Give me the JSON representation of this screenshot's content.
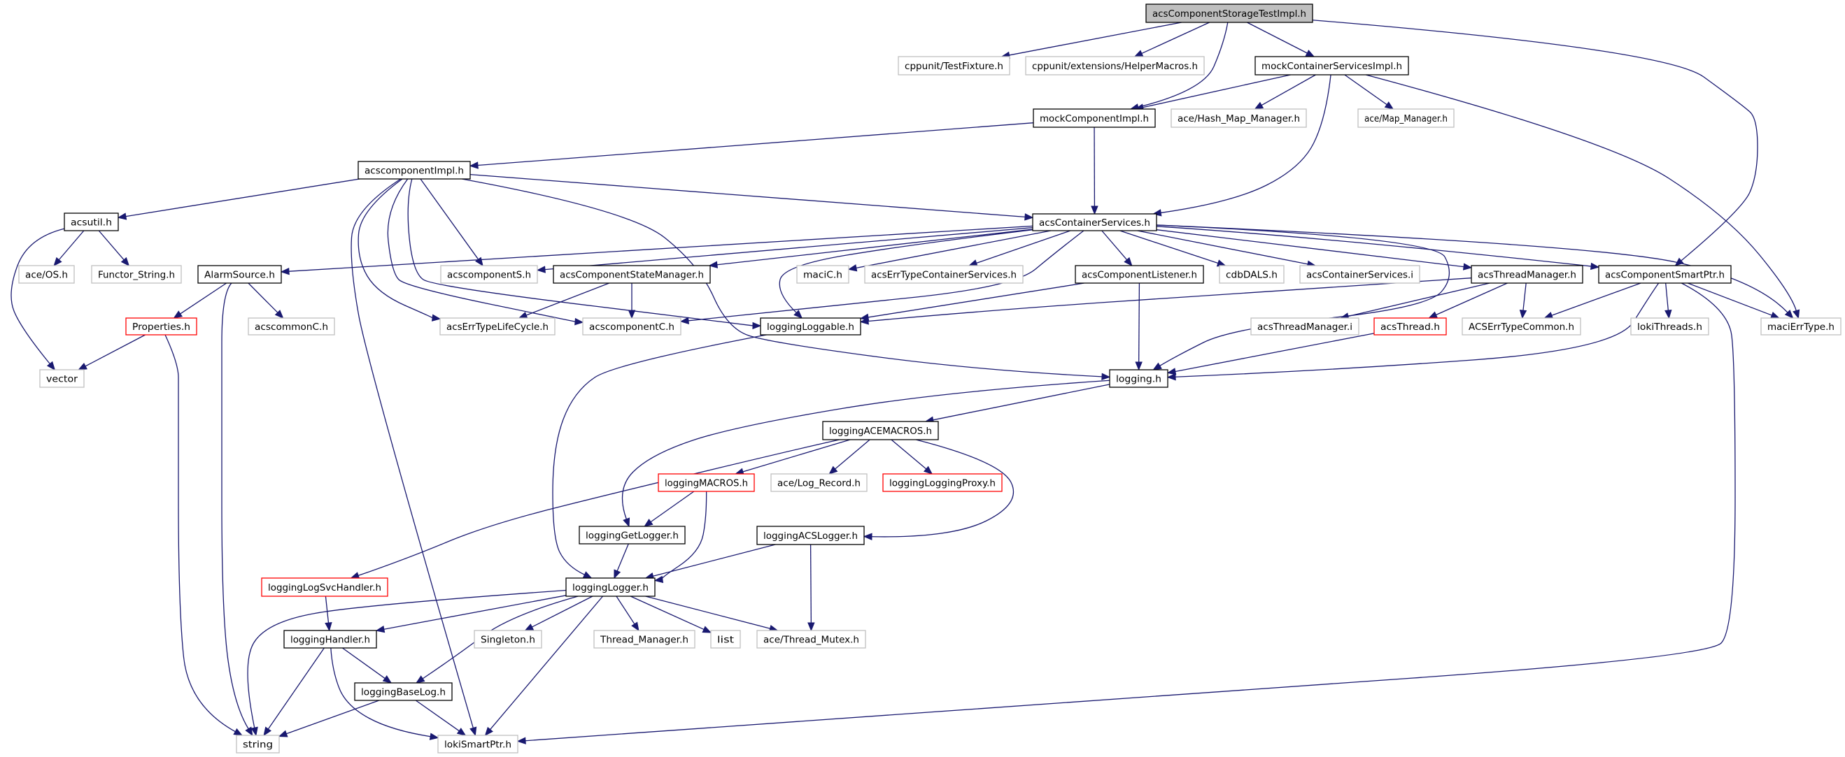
{
  "title": "acsComponentStorageTestImpl.h include dependency graph",
  "colors": {
    "edge": "#191970",
    "root_fill": "#bfbfbf",
    "documented_border": "#000000",
    "external_border": "#bfbfbf",
    "missing_border": "#ff0000"
  },
  "legend_styles": {
    "root": "grey-filled box (the file being documented)",
    "documented": "black-bordered box (documented header)",
    "external": "grey-bordered box (undocumented / system header)",
    "missing": "red-bordered box (truncated / not shown)"
  },
  "nodes": [
    {
      "id": "root",
      "label": "acsComponentStorageTestImpl.h",
      "style": "root"
    },
    {
      "id": "cppunit_fixture",
      "label": "cppunit/TestFixture.h",
      "style": "external"
    },
    {
      "id": "cppunit_helper",
      "label": "cppunit/extensions/HelperMacros.h",
      "style": "external"
    },
    {
      "id": "mockContainerServicesImpl",
      "label": "mockContainerServicesImpl.h",
      "style": "documented"
    },
    {
      "id": "mockComponentImpl",
      "label": "mockComponentImpl.h",
      "style": "documented"
    },
    {
      "id": "ace_hash_map",
      "label": "ace/Hash_Map_Manager.h",
      "style": "external"
    },
    {
      "id": "ace_map",
      "label": "ace/Map_Manager.h",
      "style": "external"
    },
    {
      "id": "acscomponentImpl",
      "label": "acscomponentImpl.h",
      "style": "documented"
    },
    {
      "id": "acsutil",
      "label": "acsutil.h",
      "style": "documented"
    },
    {
      "id": "acsContainerServices",
      "label": "acsContainerServices.h",
      "style": "documented"
    },
    {
      "id": "ace_os",
      "label": "ace/OS.h",
      "style": "external"
    },
    {
      "id": "functor_string",
      "label": "Functor_String.h",
      "style": "external"
    },
    {
      "id": "alarmSource",
      "label": "AlarmSource.h",
      "style": "documented"
    },
    {
      "id": "acscomponentS",
      "label": "acscomponentS.h",
      "style": "external"
    },
    {
      "id": "acsComponentStateManager",
      "label": "acsComponentStateManager.h",
      "style": "documented"
    },
    {
      "id": "maciC",
      "label": "maciC.h",
      "style": "external"
    },
    {
      "id": "acsErrTypeContainerServices",
      "label": "acsErrTypeContainerServices.h",
      "style": "external"
    },
    {
      "id": "acsComponentListener",
      "label": "acsComponentListener.h",
      "style": "documented"
    },
    {
      "id": "cdbDALS",
      "label": "cdbDALS.h",
      "style": "external"
    },
    {
      "id": "acsContainerServicesI",
      "label": "acsContainerServices.i",
      "style": "external"
    },
    {
      "id": "acsThreadManager",
      "label": "acsThreadManager.h",
      "style": "documented"
    },
    {
      "id": "acsComponentSmartPtr",
      "label": "acsComponentSmartPtr.h",
      "style": "documented"
    },
    {
      "id": "properties",
      "label": "Properties.h",
      "style": "missing"
    },
    {
      "id": "acscommonC",
      "label": "acscommonC.h",
      "style": "external"
    },
    {
      "id": "acsErrTypeLifeCycle",
      "label": "acsErrTypeLifeCycle.h",
      "style": "external"
    },
    {
      "id": "acscomponentC",
      "label": "acscomponentC.h",
      "style": "external"
    },
    {
      "id": "loggingLoggable",
      "label": "loggingLoggable.h",
      "style": "documented"
    },
    {
      "id": "acsThreadManagerI",
      "label": "acsThreadManager.i",
      "style": "external"
    },
    {
      "id": "acsThread",
      "label": "acsThread.h",
      "style": "missing"
    },
    {
      "id": "acsErrTypeCommon",
      "label": "ACSErrTypeCommon.h",
      "style": "external"
    },
    {
      "id": "lokiThreads",
      "label": "lokiThreads.h",
      "style": "external"
    },
    {
      "id": "maciErrType",
      "label": "maciErrType.h",
      "style": "external"
    },
    {
      "id": "vector",
      "label": "vector",
      "style": "external"
    },
    {
      "id": "logging",
      "label": "logging.h",
      "style": "documented"
    },
    {
      "id": "loggingACEMACROS",
      "label": "loggingACEMACROS.h",
      "style": "documented"
    },
    {
      "id": "loggingMACROS",
      "label": "loggingMACROS.h",
      "style": "missing"
    },
    {
      "id": "ace_log_record",
      "label": "ace/Log_Record.h",
      "style": "external"
    },
    {
      "id": "loggingLoggingProxy",
      "label": "loggingLoggingProxy.h",
      "style": "missing"
    },
    {
      "id": "loggingGetLogger",
      "label": "loggingGetLogger.h",
      "style": "documented"
    },
    {
      "id": "loggingACSLogger",
      "label": "loggingACSLogger.h",
      "style": "documented"
    },
    {
      "id": "loggingLogSvcHandler",
      "label": "loggingLogSvcHandler.h",
      "style": "missing"
    },
    {
      "id": "loggingLogger",
      "label": "loggingLogger.h",
      "style": "documented"
    },
    {
      "id": "loggingHandler",
      "label": "loggingHandler.h",
      "style": "documented"
    },
    {
      "id": "singleton",
      "label": "Singleton.h",
      "style": "external"
    },
    {
      "id": "thread_manager",
      "label": "Thread_Manager.h",
      "style": "external"
    },
    {
      "id": "list",
      "label": "list",
      "style": "external"
    },
    {
      "id": "ace_thread_mutex",
      "label": "ace/Thread_Mutex.h",
      "style": "external"
    },
    {
      "id": "loggingBaseLog",
      "label": "loggingBaseLog.h",
      "style": "documented"
    },
    {
      "id": "string",
      "label": "string",
      "style": "external"
    },
    {
      "id": "lokiSmartPtr",
      "label": "lokiSmartPtr.h",
      "style": "external"
    }
  ],
  "edges": [
    [
      "root",
      "cppunit_fixture"
    ],
    [
      "root",
      "cppunit_helper"
    ],
    [
      "root",
      "mockComponentImpl"
    ],
    [
      "root",
      "mockContainerServicesImpl"
    ],
    [
      "root",
      "acsComponentSmartPtr"
    ],
    [
      "mockContainerServicesImpl",
      "mockComponentImpl"
    ],
    [
      "mockContainerServicesImpl",
      "ace_hash_map"
    ],
    [
      "mockContainerServicesImpl",
      "ace_map"
    ],
    [
      "mockContainerServicesImpl",
      "acsContainerServices"
    ],
    [
      "mockContainerServicesImpl",
      "maciErrType"
    ],
    [
      "mockComponentImpl",
      "acscomponentImpl"
    ],
    [
      "mockComponentImpl",
      "acsContainerServices"
    ],
    [
      "acscomponentImpl",
      "acsutil"
    ],
    [
      "acscomponentImpl",
      "acsContainerServices"
    ],
    [
      "acscomponentImpl",
      "acscomponentS"
    ],
    [
      "acscomponentImpl",
      "acsErrTypeLifeCycle"
    ],
    [
      "acscomponentImpl",
      "acscomponentC"
    ],
    [
      "acscomponentImpl",
      "loggingLoggable"
    ],
    [
      "acscomponentImpl",
      "logging"
    ],
    [
      "acscomponentImpl",
      "lokiSmartPtr"
    ],
    [
      "acsutil",
      "ace_os"
    ],
    [
      "acsutil",
      "functor_string"
    ],
    [
      "acsutil",
      "vector"
    ],
    [
      "acsContainerServices",
      "alarmSource"
    ],
    [
      "acsContainerServices",
      "acscomponentS"
    ],
    [
      "acsContainerServices",
      "acsComponentStateManager"
    ],
    [
      "acsContainerServices",
      "acscomponentC"
    ],
    [
      "acsContainerServices",
      "loggingLoggable"
    ],
    [
      "acsContainerServices",
      "maciC"
    ],
    [
      "acsContainerServices",
      "acsErrTypeContainerServices"
    ],
    [
      "acsContainerServices",
      "acsComponentListener"
    ],
    [
      "acsContainerServices",
      "cdbDALS"
    ],
    [
      "acsContainerServices",
      "acsContainerServicesI"
    ],
    [
      "acsContainerServices",
      "acsThreadManager"
    ],
    [
      "acsContainerServices",
      "acsComponentSmartPtr"
    ],
    [
      "acsContainerServices",
      "maciErrType"
    ],
    [
      "acsContainerServices",
      "logging"
    ],
    [
      "alarmSource",
      "properties"
    ],
    [
      "alarmSource",
      "acscommonC"
    ],
    [
      "alarmSource",
      "string"
    ],
    [
      "properties",
      "vector"
    ],
    [
      "properties",
      "string"
    ],
    [
      "acsComponentStateManager",
      "acsErrTypeLifeCycle"
    ],
    [
      "acsComponentStateManager",
      "acscomponentC"
    ],
    [
      "acsComponentListener",
      "loggingLoggable"
    ],
    [
      "acsComponentListener",
      "logging"
    ],
    [
      "acsThreadManager",
      "loggingLoggable"
    ],
    [
      "acsThreadManager",
      "acsThreadManagerI"
    ],
    [
      "acsThreadManager",
      "acsThread"
    ],
    [
      "acsThreadManager",
      "acsErrTypeCommon"
    ],
    [
      "acsThread",
      "logging"
    ],
    [
      "acsComponentSmartPtr",
      "acsErrTypeCommon"
    ],
    [
      "acsComponentSmartPtr",
      "lokiThreads"
    ],
    [
      "acsComponentSmartPtr",
      "maciErrType"
    ],
    [
      "acsComponentSmartPtr",
      "logging"
    ],
    [
      "acsComponentSmartPtr",
      "lokiSmartPtr"
    ],
    [
      "loggingLoggable",
      "loggingLogger"
    ],
    [
      "logging",
      "loggingACEMACROS"
    ],
    [
      "logging",
      "loggingGetLogger"
    ],
    [
      "loggingACEMACROS",
      "loggingMACROS"
    ],
    [
      "loggingACEMACROS",
      "ace_log_record"
    ],
    [
      "loggingACEMACROS",
      "loggingLoggingProxy"
    ],
    [
      "loggingACEMACROS",
      "loggingACSLogger"
    ],
    [
      "loggingACEMACROS",
      "loggingLogSvcHandler"
    ],
    [
      "loggingMACROS",
      "loggingGetLogger"
    ],
    [
      "loggingMACROS",
      "loggingLogger"
    ],
    [
      "loggingGetLogger",
      "loggingLogger"
    ],
    [
      "loggingACSLogger",
      "loggingLogger"
    ],
    [
      "loggingACSLogger",
      "ace_thread_mutex"
    ],
    [
      "loggingLogSvcHandler",
      "loggingHandler"
    ],
    [
      "loggingLogger",
      "loggingHandler"
    ],
    [
      "loggingLogger",
      "singleton"
    ],
    [
      "loggingLogger",
      "thread_manager"
    ],
    [
      "loggingLogger",
      "list"
    ],
    [
      "loggingLogger",
      "ace_thread_mutex"
    ],
    [
      "loggingLogger",
      "loggingBaseLog"
    ],
    [
      "loggingLogger",
      "string"
    ],
    [
      "loggingLogger",
      "lokiSmartPtr"
    ],
    [
      "loggingHandler",
      "loggingBaseLog"
    ],
    [
      "loggingHandler",
      "string"
    ],
    [
      "loggingHandler",
      "lokiSmartPtr"
    ],
    [
      "loggingBaseLog",
      "string"
    ],
    [
      "loggingBaseLog",
      "lokiSmartPtr"
    ]
  ]
}
